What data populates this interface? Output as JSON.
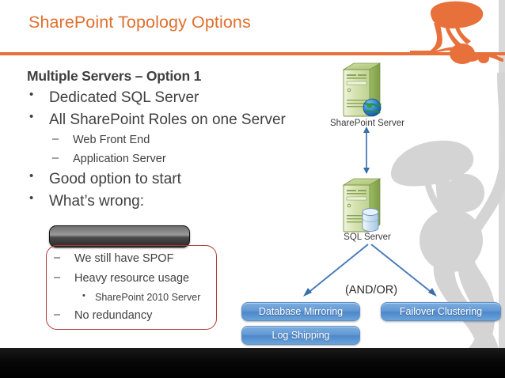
{
  "slide": {
    "title": "SharePoint Topology Options",
    "accent_color": "#e0702f",
    "rule_color": "#e8703a",
    "body_color": "#404040",
    "callout_border_color": "#b03a35",
    "pill_color": "#5b90c9",
    "bottom_bar_color": "#000000"
  },
  "content": {
    "lead": "Multiple Servers – Option 1",
    "bullets": [
      {
        "level": 1,
        "marker": "•",
        "text": "Dedicated SQL Server"
      },
      {
        "level": 1,
        "marker": "•",
        "text": "All SharePoint Roles on one Server"
      },
      {
        "level": 2,
        "marker": "–",
        "text": "Web Front End"
      },
      {
        "level": 2,
        "marker": "–",
        "text": "Application Server"
      },
      {
        "level": 1,
        "marker": "•",
        "text": "Good option to start"
      },
      {
        "level": 1,
        "marker": "•",
        "text": "What’s wrong:"
      }
    ],
    "redaction_bar": {
      "label": "",
      "visible": true
    },
    "callout": {
      "items": [
        {
          "level": 2,
          "marker": "–",
          "text": "We still have SPOF"
        },
        {
          "level": 2,
          "marker": "–",
          "text": "Heavy resource usage"
        },
        {
          "level": 3,
          "marker": "•",
          "text": "SharePoint 2010 Server"
        },
        {
          "level": 2,
          "marker": "–",
          "text": "No redundancy"
        }
      ]
    }
  },
  "diagram": {
    "nodes": [
      {
        "id": "sharepoint-server",
        "label": "SharePoint Server",
        "icon": "server-globe-icon"
      },
      {
        "id": "sql-server",
        "label": "SQL Server",
        "icon": "server-database-icon"
      }
    ],
    "connector_label": "(AND/OR)",
    "options": [
      {
        "id": "database-mirroring",
        "label": "Database Mirroring"
      },
      {
        "id": "log-shipping",
        "label": "Log Shipping"
      },
      {
        "id": "failover-clustering",
        "label": "Failover Clustering"
      }
    ]
  },
  "branding": {
    "logo_name": "mushroom-tree-logo",
    "logo_color": "#e8703a",
    "watermark_color": "#d4d4d4"
  }
}
